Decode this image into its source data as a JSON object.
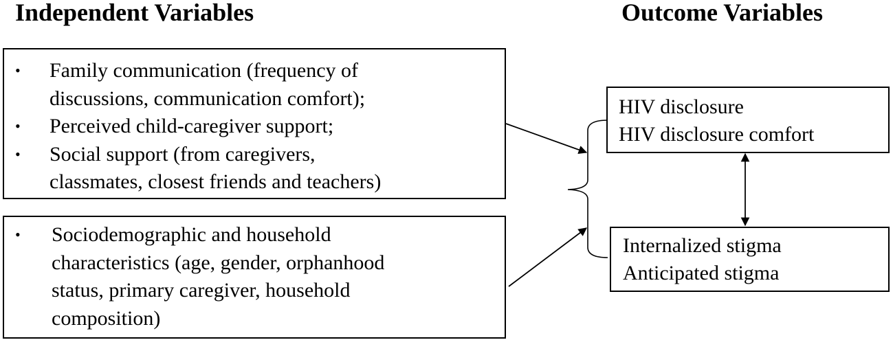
{
  "headings": {
    "independent": "Independent Variables",
    "outcome": "Outcome Variables"
  },
  "independent_box_1": {
    "items": [
      "Family communication (frequency of",
      "discussions, communication comfort);",
      "Perceived child-caregiver support;",
      "Social support (from caregivers,",
      "classmates, closest friends and teachers)"
    ],
    "bullet": "•"
  },
  "independent_box_2": {
    "items": [
      "Sociodemographic and household",
      "characteristics (age, gender, orphanhood",
      "status, primary caregiver, household",
      "composition)"
    ],
    "bullet": "•"
  },
  "outcome_box_1": {
    "lines": [
      "HIV disclosure",
      "HIV disclosure comfort"
    ]
  },
  "outcome_box_2": {
    "lines": [
      "Internalized stigma",
      "Anticipated stigma"
    ]
  }
}
